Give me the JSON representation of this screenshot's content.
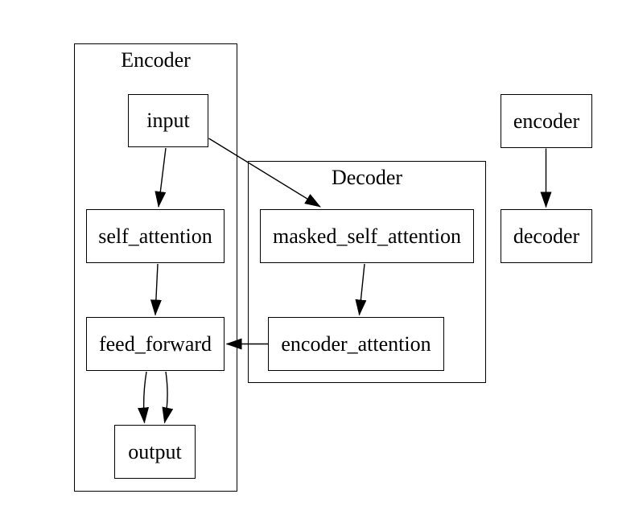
{
  "diagram": {
    "clusters": [
      {
        "id": "Encoder",
        "label": "Encoder"
      },
      {
        "id": "Decoder",
        "label": "Decoder"
      }
    ],
    "nodes": [
      {
        "id": "input",
        "label": "input",
        "cluster": "Encoder"
      },
      {
        "id": "self_attention",
        "label": "self_attention",
        "cluster": "Encoder"
      },
      {
        "id": "feed_forward",
        "label": "feed_forward",
        "cluster": "Encoder"
      },
      {
        "id": "output",
        "label": "output",
        "cluster": "Encoder"
      },
      {
        "id": "masked_self_attention",
        "label": "masked_self_attention",
        "cluster": "Decoder"
      },
      {
        "id": "encoder_attention",
        "label": "encoder_attention",
        "cluster": "Decoder"
      },
      {
        "id": "encoder",
        "label": "encoder",
        "cluster": null
      },
      {
        "id": "decoder",
        "label": "decoder",
        "cluster": null
      }
    ],
    "edges": [
      {
        "from": "input",
        "to": "self_attention"
      },
      {
        "from": "input",
        "to": "masked_self_attention"
      },
      {
        "from": "self_attention",
        "to": "feed_forward"
      },
      {
        "from": "masked_self_attention",
        "to": "encoder_attention"
      },
      {
        "from": "encoder_attention",
        "to": "feed_forward"
      },
      {
        "from": "feed_forward",
        "to": "output"
      },
      {
        "from": "feed_forward",
        "to": "output"
      },
      {
        "from": "encoder",
        "to": "decoder"
      }
    ],
    "colors": {
      "stroke": "#000000",
      "text": "#000000",
      "background": "#ffffff"
    }
  }
}
